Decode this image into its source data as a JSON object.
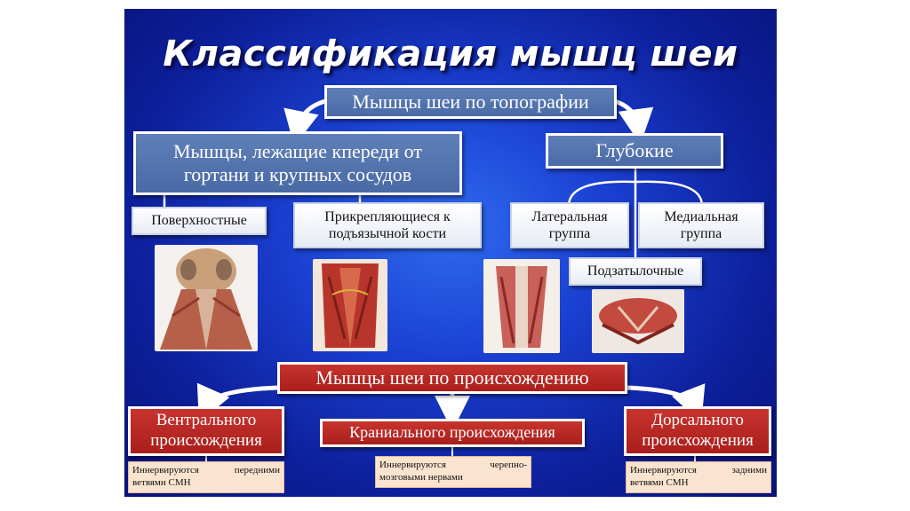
{
  "title": "Классификация мышц шеи",
  "topography": {
    "root": "Мышцы шеи по топографии",
    "anterior": "Мышцы, лежащие кпереди от гортани и крупных сосудов",
    "deep": "Глубокие",
    "superficial": "Поверхностные",
    "hyoid": "Прикрепляющиеся к подъязычной кости",
    "lateral": "Латеральная группа",
    "medial": "Медиальная группа",
    "suboccipital": "Подзатылочные"
  },
  "origin": {
    "root": "Мышцы шеи по происхождению",
    "ventral": "Вентрального происхождения",
    "cranial": "Краниального происхождения",
    "dorsal": "Дорсального происхождения",
    "ventral_note": "Иннервируются передними ветвями СМН",
    "cranial_note": "Иннервируются черепно-мозговыми нервами",
    "dorsal_note": "Иннервируются задними ветвями СМН"
  },
  "colors": {
    "background": "#1a3fd0",
    "blue_box": "#4a6aa6",
    "red_box": "#b0241f",
    "note": "#fbe4cf"
  }
}
